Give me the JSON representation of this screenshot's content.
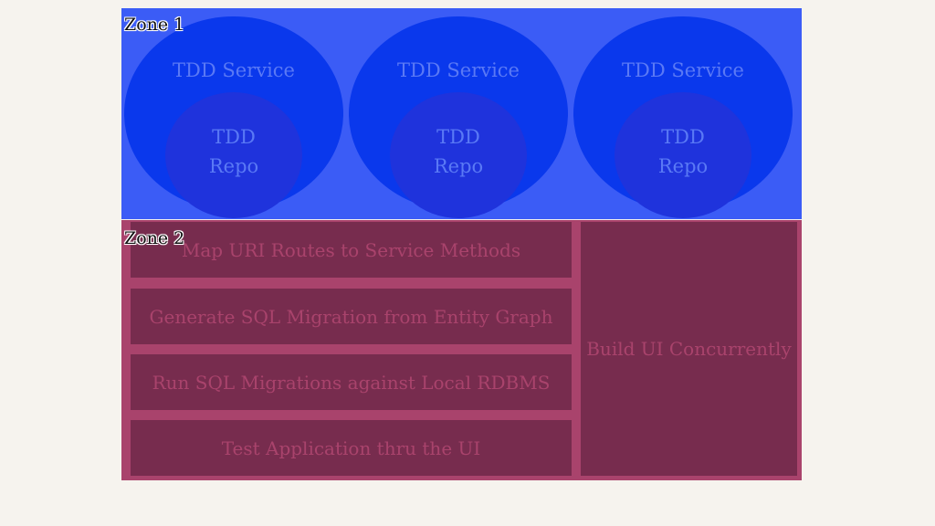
{
  "zone1": {
    "label": "Zone 1",
    "services": [
      {
        "service_label": "TDD Service",
        "repo_line1": "TDD",
        "repo_line2": "Repo"
      },
      {
        "service_label": "TDD Service",
        "repo_line1": "TDD",
        "repo_line2": "Repo"
      },
      {
        "service_label": "TDD Service",
        "repo_line1": "TDD",
        "repo_line2": "Repo"
      }
    ]
  },
  "zone2": {
    "label": "Zone 2",
    "tasks": [
      "Map URI Routes to Service Methods",
      "Generate SQL Migration from Entity Graph",
      "Run SQL Migrations against Local RDBMS",
      "Test Application thru the UI"
    ],
    "side_task": "Build UI Concurrently"
  },
  "colors": {
    "background": "#f6f3ee",
    "zone1_fill": "#3b5cf6",
    "service_fill": "#0a38ec",
    "repo_fill": "#1f33dc",
    "zone1_text": "#5a79f5",
    "zone2_fill": "#a9436c",
    "task_fill": "#772c4e",
    "zone2_text": "#a9436c"
  }
}
